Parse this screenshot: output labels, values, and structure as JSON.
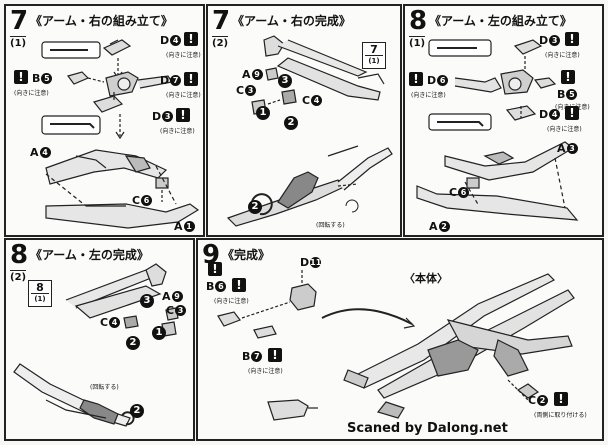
{
  "panels": [
    {
      "step": "7",
      "sub": "(1)",
      "title": "《アーム・右の組み立て》",
      "title_ruby": "みぎ　く　た",
      "labels": {
        "D4": "D",
        "D4n": "4",
        "B5": "B",
        "B5n": "5",
        "D7": "D",
        "D7n": "7",
        "D3": "D",
        "D3n": "3",
        "A4": "A",
        "A4n": "4",
        "C6": "C",
        "C6n": "6",
        "A1": "A",
        "A1n": "1"
      },
      "notes": [
        "(向きに注意)",
        "(向きに注意)",
        "(向きに注意)",
        "(向きに注意)"
      ]
    },
    {
      "step": "7",
      "sub": "(2)",
      "title": "《アーム・右の完成》",
      "labels": {
        "A9": "A",
        "A9n": "9",
        "C3": "C",
        "C3n": "3",
        "C4": "C",
        "C4n": "4",
        "ref_main": "7",
        "ref_sub": "(1)"
      },
      "rotate_note": "(回転する)",
      "order": [
        "1",
        "2",
        "3"
      ]
    },
    {
      "step": "8",
      "sub": "(1)",
      "title": "《アーム・左の組み立て》",
      "labels": {
        "D3": "D",
        "D3n": "3",
        "D6": "D",
        "D6n": "6",
        "B5": "B",
        "B5n": "5",
        "D4": "D",
        "D4n": "4",
        "A3": "A",
        "A3n": "3",
        "C6": "C",
        "C6n": "6",
        "A2": "A",
        "A2n": "2"
      },
      "notes": [
        "(向きに注意)",
        "(向きに注意)",
        "(向きに注意)",
        "(向きに注意)"
      ]
    },
    {
      "step": "8",
      "sub": "(2)",
      "title": "《アーム・左の完成》",
      "labels": {
        "A9": "A",
        "A9n": "9",
        "C3": "C",
        "C3n": "3",
        "C4": "C",
        "C4n": "4",
        "ref_main": "8",
        "ref_sub": "(1)"
      },
      "rotate_note": "(回転する)",
      "order": [
        "1",
        "2",
        "3"
      ]
    },
    {
      "step": "9",
      "title": "《完成》",
      "labels": {
        "B6": "B",
        "B6n": "6",
        "D11": "D",
        "D11n": "11",
        "B7": "B",
        "B7n": "7",
        "C2": "C",
        "C2n": "2"
      },
      "body_label": "〈本体〉",
      "notes": [
        "(向きに注意)",
        "(向きに注意)",
        "(両側に取り付ける)"
      ]
    }
  ],
  "footer": "Scaned by Dalong.net"
}
